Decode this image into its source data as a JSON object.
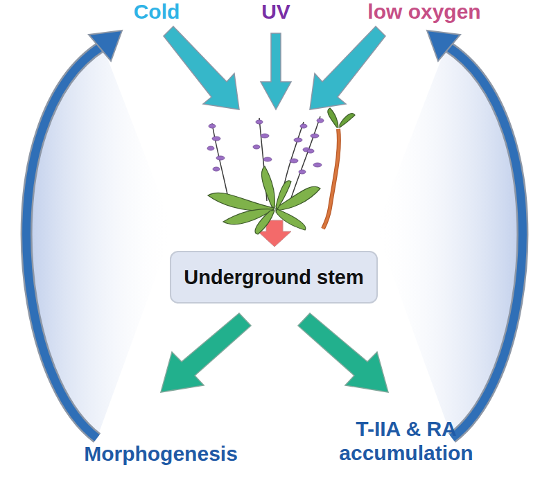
{
  "diagram": {
    "nodes": [
      {
        "text": [
          "Underground stem"
        ]
      }
    ],
    "labels": [
      "Cold",
      "UV",
      "low oxygen",
      "Morphogenesis",
      "T-IIA & RA accumulation"
    ]
  }
}
